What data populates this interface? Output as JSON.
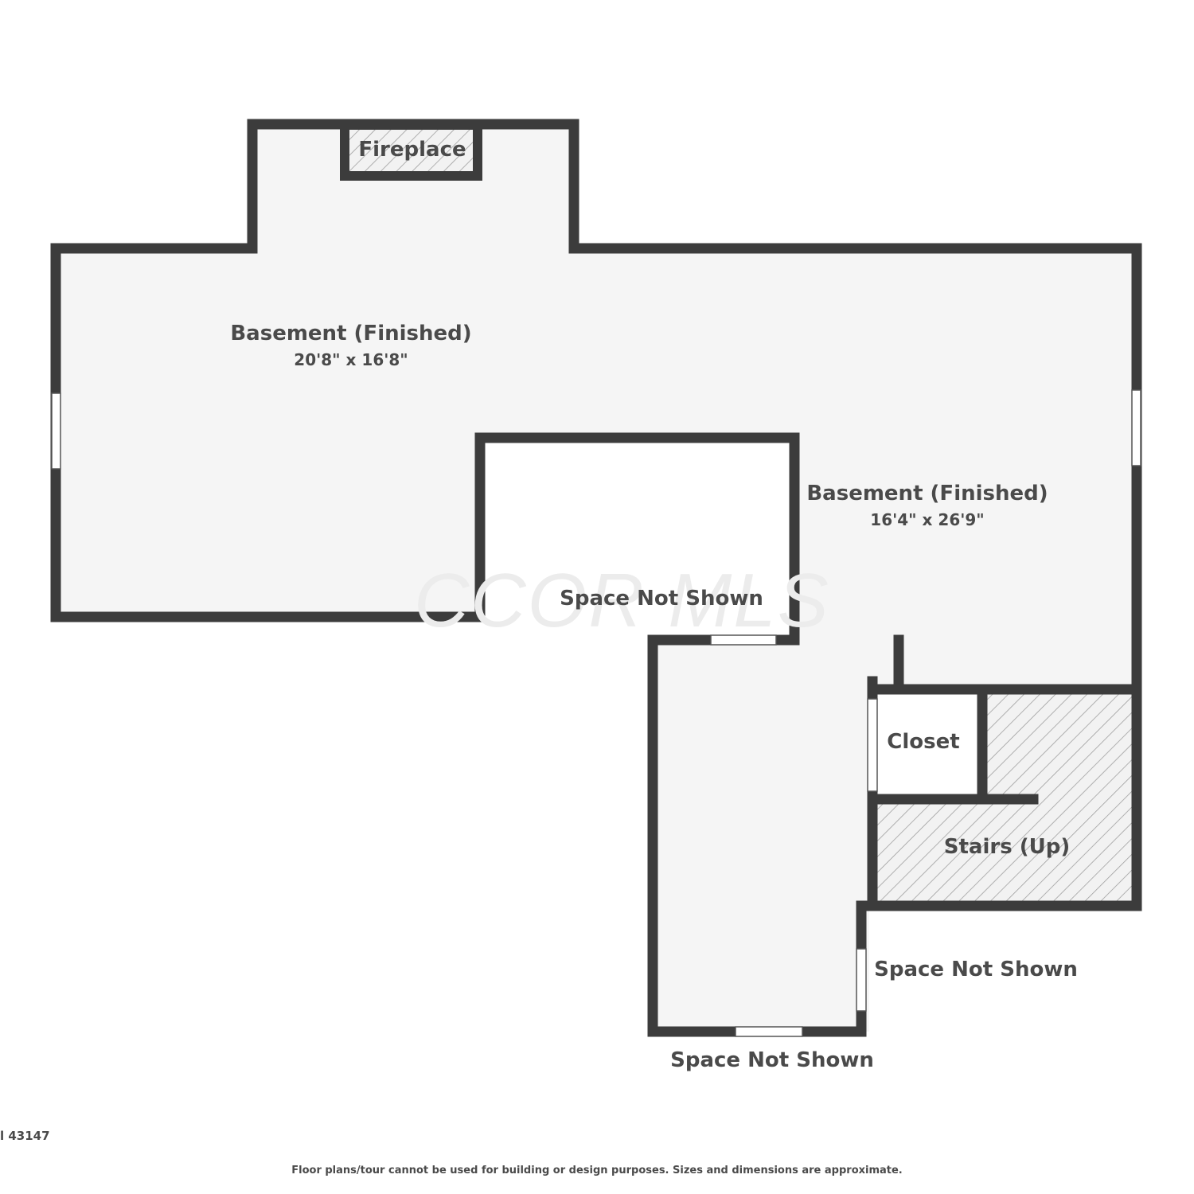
{
  "watermark": "CCOR MLS",
  "rooms": {
    "fireplace": {
      "label": "Fireplace"
    },
    "basement_left": {
      "label": "Basement (Finished)",
      "dimensions": "20'8\" x 16'8\""
    },
    "basement_right": {
      "label": "Basement (Finished)",
      "dimensions": "16'4\" x 26'9\""
    },
    "space_not_shown_center": {
      "label": "Space Not Shown"
    },
    "closet": {
      "label": "Closet"
    },
    "stairs": {
      "label": "Stairs (Up)"
    },
    "space_not_shown_right": {
      "label": "Space Not Shown"
    },
    "space_not_shown_bottom": {
      "label": "Space Not Shown"
    }
  },
  "corner_id": "l 43147",
  "disclaimer": "Floor plans/tour cannot be used for building or design purposes. Sizes and dimensions are approximate.",
  "colors": {
    "wall": "#3c3c3c",
    "floor": "#f5f5f5",
    "text": "#4a4a4a",
    "hatch": "#9a9a9a"
  }
}
